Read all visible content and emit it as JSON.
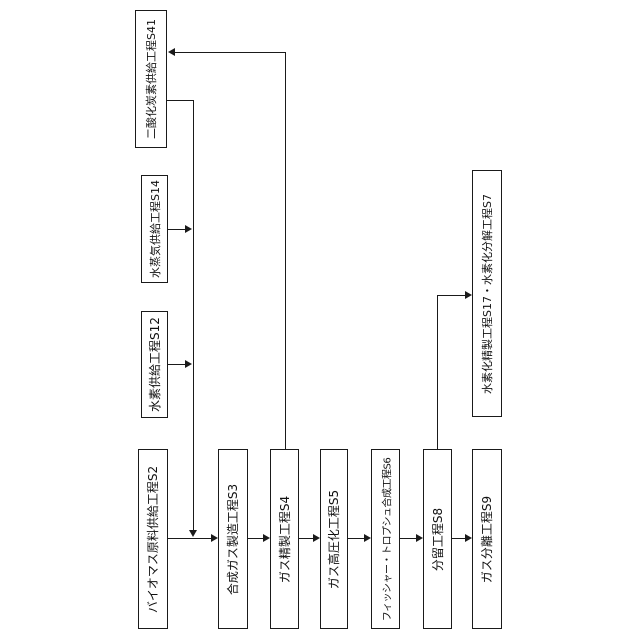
{
  "diagram": {
    "type": "process-flow-chart",
    "language": "ja",
    "nodes": {
      "co2": {
        "label": "二酸化炭素供給工程S41"
      },
      "steam": {
        "label": "水蒸気供給工程S14"
      },
      "hydrogen": {
        "label": "水素供給工程S12"
      },
      "biomass": {
        "label": "バイオマス原料供給工程S2"
      },
      "syngas": {
        "label": "合成ガス製造工程S3"
      },
      "gas_purification": {
        "label": "ガス精製工程S4"
      },
      "gas_pressurization": {
        "label": "ガス高圧化工程S5"
      },
      "ft_synthesis": {
        "label": "フィッシャー・トロプシュ合成工程S6"
      },
      "fractionation": {
        "label": "分留工程S8"
      },
      "gas_separation": {
        "label": "ガス分離工程S9"
      },
      "hydrotreating": {
        "label": "水素化精製工程S17・水素化分解工程S7"
      }
    },
    "edges": [
      {
        "from": "co2",
        "to": "syngas"
      },
      {
        "from": "steam",
        "to": "syngas"
      },
      {
        "from": "hydrogen",
        "to": "syngas"
      },
      {
        "from": "biomass",
        "to": "syngas"
      },
      {
        "from": "syngas",
        "to": "gas_purification"
      },
      {
        "from": "gas_purification",
        "to": "gas_pressurization"
      },
      {
        "from": "gas_purification",
        "to": "co2",
        "note": "recycle"
      },
      {
        "from": "gas_pressurization",
        "to": "ft_synthesis"
      },
      {
        "from": "ft_synthesis",
        "to": "fractionation"
      },
      {
        "from": "fractionation",
        "to": "gas_separation"
      },
      {
        "from": "fractionation",
        "to": "hydrotreating"
      }
    ],
    "colors": {
      "background": "#ffffff",
      "box_fill": "#ffffff",
      "box_border": "#1a1a1a",
      "line": "#1a1a1a",
      "text": "#111111"
    }
  }
}
